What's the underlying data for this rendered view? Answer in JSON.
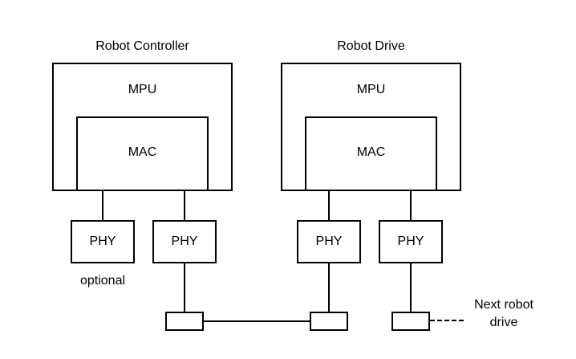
{
  "diagram": {
    "controller": {
      "title": "Robot Controller",
      "mpu": "MPU",
      "mac": "MAC",
      "phy_optional": "PHY",
      "phy_main": "PHY",
      "optional_note": "optional"
    },
    "drive": {
      "title": "Robot Drive",
      "mpu": "MPU",
      "mac": "MAC",
      "phy_left": "PHY",
      "phy_right": "PHY"
    },
    "annotations": {
      "next_drive_line1": "Next robot",
      "next_drive_line2": "drive"
    },
    "colors": {
      "line": "#000000",
      "background": "#ffffff",
      "text": "#000000"
    }
  }
}
